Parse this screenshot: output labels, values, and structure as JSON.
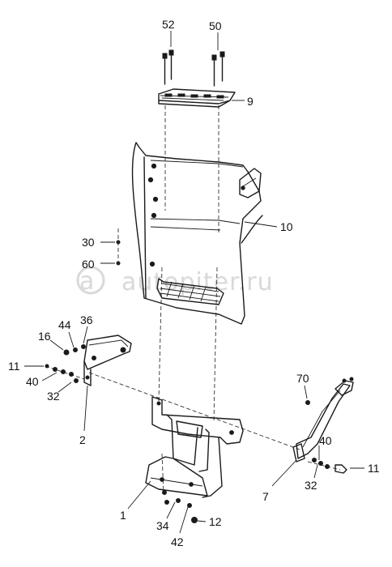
{
  "watermark": "autopiter.ru",
  "callouts": {
    "p52": "52",
    "p50": "50",
    "p9": "9",
    "p10": "10",
    "p30": "30",
    "p60": "60",
    "p44": "44",
    "p36": "36",
    "p16": "16",
    "p11_left": "11",
    "p40_left": "40",
    "p32_left": "32",
    "p2": "2",
    "p70": "70",
    "p40_right": "40",
    "p11_right": "11",
    "p32_right": "32",
    "p7": "7",
    "p1": "1",
    "p34": "34",
    "p42": "42",
    "p12": "12"
  }
}
